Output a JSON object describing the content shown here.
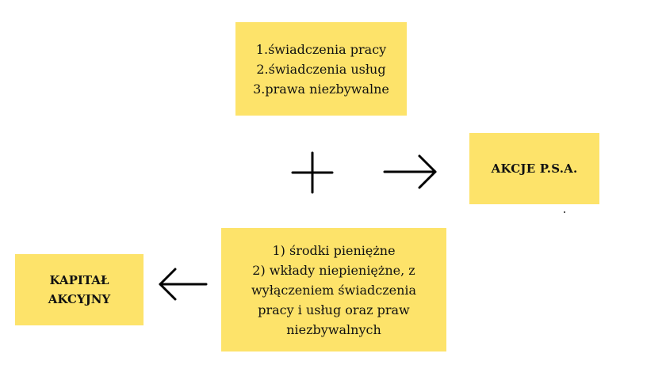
{
  "boxes": {
    "work_rights": {
      "lines": [
        "1.świadczenia pracy",
        "2.świadczenia usług",
        "3.prawa niezbywalne"
      ]
    },
    "shares": {
      "lines": [
        "AKCJE P.S.A."
      ]
    },
    "contributions": {
      "lines": [
        "1) środki pieniężne",
        "2) wkłady niepieniężne, z",
        "wyłączeniem świadczenia",
        "pracy i usług oraz praw",
        "niezbywalnych"
      ]
    },
    "share_capital": {
      "lines": [
        "KAPITAŁ",
        "AKCYJNY"
      ]
    }
  },
  "colors": {
    "box_fill": "#fde36a",
    "text": "#111111",
    "stroke": "#000000"
  },
  "icons": {
    "plus": "plus-icon",
    "arrow_right": "arrow-right-icon",
    "arrow_left": "arrow-left-icon"
  }
}
